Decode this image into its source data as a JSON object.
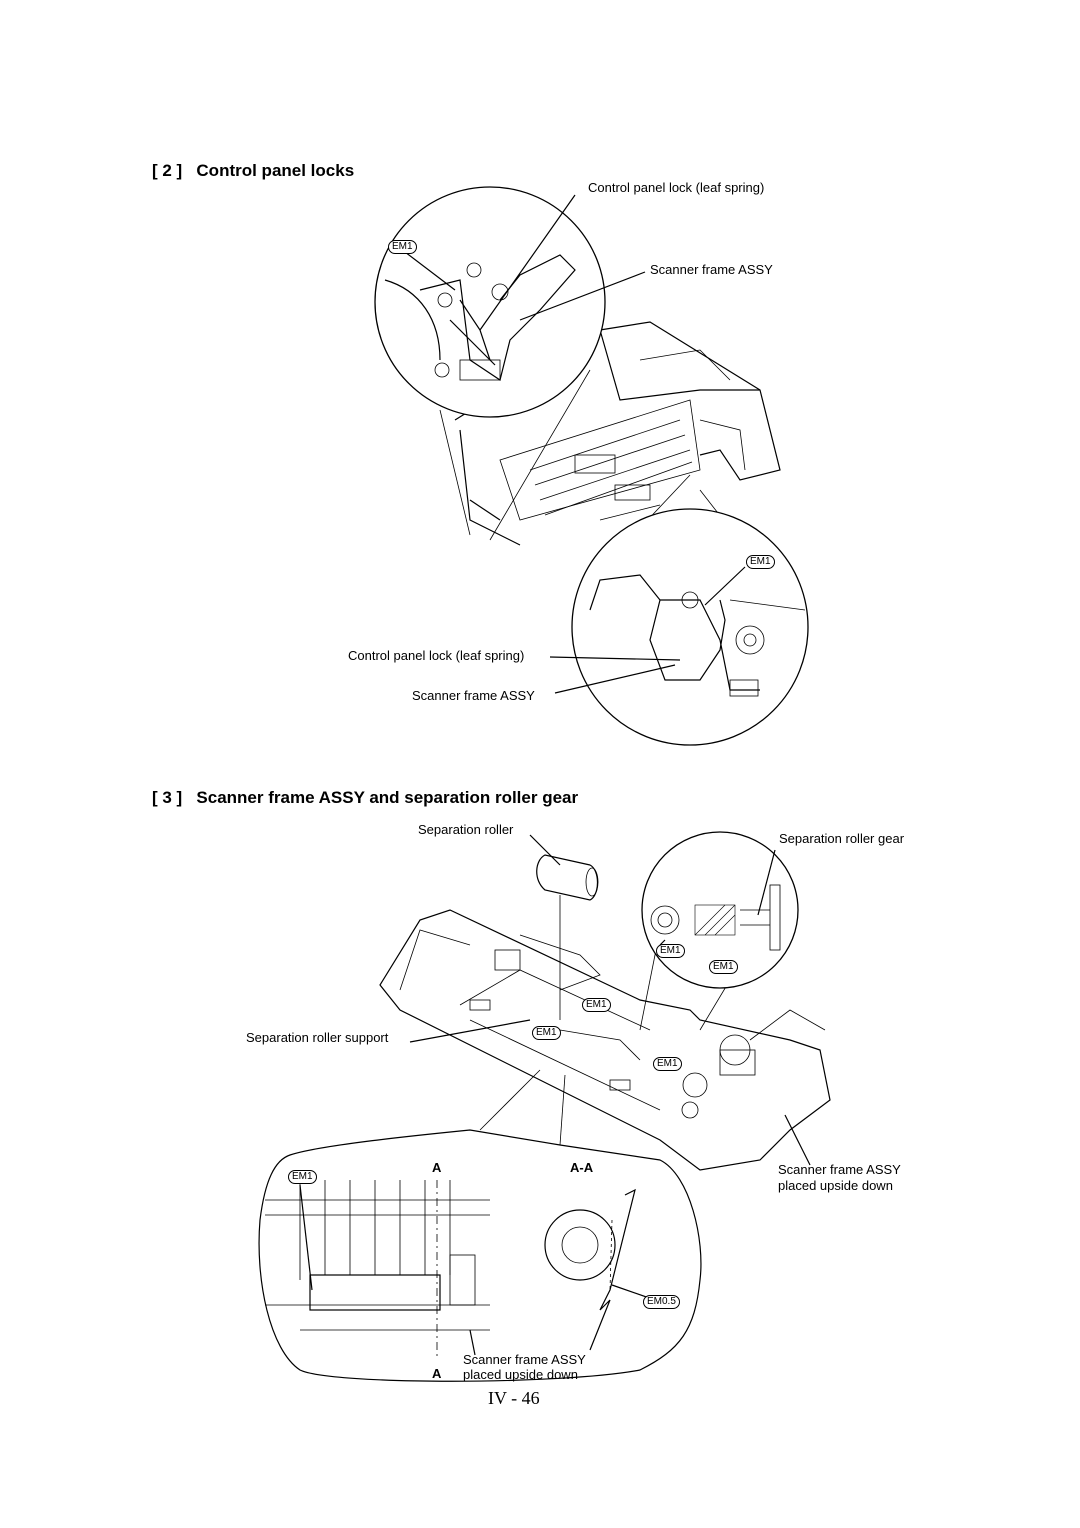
{
  "section2": {
    "number": "[ 2 ]",
    "title": "Control panel locks",
    "labels": {
      "lock_top": "Control panel lock (leaf spring)",
      "frame_top": "Scanner frame ASSY",
      "lock_bottom": "Control panel lock (leaf spring)",
      "frame_bottom": "Scanner frame ASSY"
    },
    "em_marks": [
      "EM1",
      "EM1"
    ]
  },
  "section3": {
    "number": "[ 3 ]",
    "title": "Scanner frame ASSY and separation roller gear",
    "labels": {
      "roller": "Separation roller",
      "roller_gear": "Separation roller gear",
      "roller_support": "Separation roller support",
      "frame_upside_line1": "Scanner frame ASSY",
      "frame_upside_line2": "placed upside down",
      "frame_upside2_line1": "Scanner frame ASSY",
      "frame_upside2_line2": "placed upside down"
    },
    "em_marks": [
      "EM1",
      "EM1",
      "EM1",
      "EM1",
      "EM1",
      "EM1",
      "EM0.5"
    ],
    "section_markers": {
      "a_top": "A",
      "a_bottom": "A",
      "aa": "A-A"
    }
  },
  "footer": {
    "page_number": "IV - 46"
  }
}
